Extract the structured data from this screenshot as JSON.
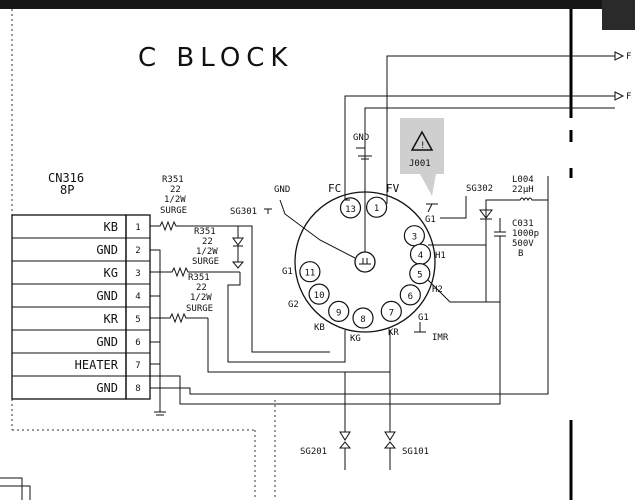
{
  "block_title": "C BLOCK",
  "connector": {
    "ref": "CN316",
    "type": "8P",
    "rows": [
      {
        "label": "KB",
        "pin": "1"
      },
      {
        "label": "GND",
        "pin": "2"
      },
      {
        "label": "KG",
        "pin": "3"
      },
      {
        "label": "GND",
        "pin": "4"
      },
      {
        "label": "KR",
        "pin": "5"
      },
      {
        "label": "GND",
        "pin": "6"
      },
      {
        "label": "HEATER",
        "pin": "7"
      },
      {
        "label": "GND",
        "pin": "8"
      }
    ]
  },
  "resistors": [
    {
      "ref": "R351",
      "value": "22",
      "rating": "1/2W",
      "type": "SURGE"
    },
    {
      "ref": "R351",
      "value": "22",
      "rating": "1/2W",
      "type": "SURGE"
    },
    {
      "ref": "R351",
      "value": "22",
      "rating": "1/2W",
      "type": "SURGE"
    }
  ],
  "socket": {
    "ref": "J001",
    "pins": [
      {
        "num": "1",
        "label": "FV"
      },
      {
        "num": "3",
        "label": "H1"
      },
      {
        "num": "4",
        "label": ""
      },
      {
        "num": "5",
        "label": "H2"
      },
      {
        "num": "6",
        "label": ""
      },
      {
        "num": "7",
        "label": "KR"
      },
      {
        "num": "8",
        "label": "KG"
      },
      {
        "num": "9",
        "label": "KB"
      },
      {
        "num": "10",
        "label": "G2"
      },
      {
        "num": "11",
        "label": "G1"
      },
      {
        "num": "13",
        "label": "FC"
      }
    ],
    "extra_labels": {
      "g1_top": "G1",
      "g1_bottom": "G1",
      "imr": "IMR",
      "gnd_left": "GND",
      "gnd_top": "GND"
    }
  },
  "spark_gaps": [
    "SG301",
    "SG302",
    "SG201",
    "SG101"
  ],
  "inductor": {
    "ref": "L004",
    "value": "22µH"
  },
  "capacitor": {
    "ref": "C031",
    "value": "1000p",
    "voltage": "500V",
    "type": "B"
  },
  "right_labels": [
    "F",
    "F"
  ]
}
